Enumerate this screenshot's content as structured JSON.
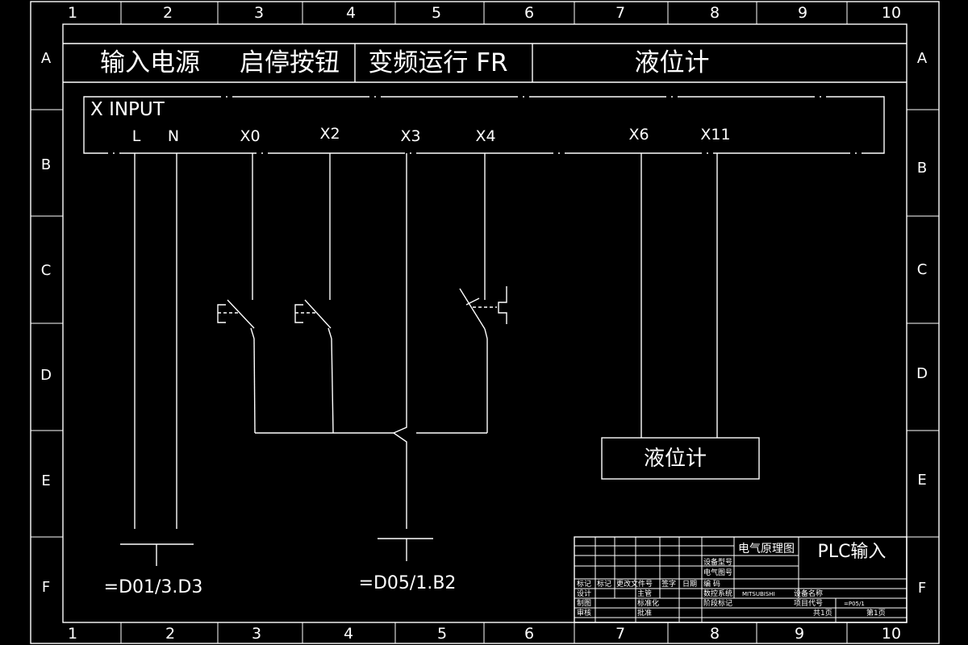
{
  "grid": {
    "top_columns": [
      "1",
      "2",
      "3",
      "4",
      "5",
      "6",
      "7",
      "8",
      "9",
      "10"
    ],
    "bottom_columns": [
      "1",
      "2",
      "3",
      "4",
      "5",
      "6",
      "7",
      "8",
      "9",
      "10"
    ],
    "rows": [
      "A",
      "B",
      "C",
      "D",
      "E",
      "F"
    ]
  },
  "header": {
    "cells": [
      "输入电源",
      "启停按钮",
      "变频运行 FR",
      "液位计"
    ]
  },
  "input_module": {
    "title": "X INPUT",
    "terminals": [
      "L",
      "N",
      "X0",
      "X2",
      "X3",
      "X4",
      "X6",
      "X11"
    ]
  },
  "device_box": {
    "label": "液位计"
  },
  "cross_refs": {
    "power": "=D01/3.D3",
    "common": "=D05/1.B2"
  },
  "title_block": {
    "drawing_type": "电气原理图",
    "drawing_name": "PLC输入",
    "equipment_model_label": "设备型号",
    "drawing_number_label": "电气图号",
    "revision_headers": [
      "标记",
      "标记",
      "更改文件号",
      "签字",
      "日期"
    ],
    "code_label": "编    码",
    "equipment_name_label": "设备名称",
    "designer_label": "设计",
    "supervisor_label": "主管",
    "control_system_label": "数控系统",
    "control_system_value": "MITSUBISHI",
    "project_code_label": "项目代号",
    "project_code_value": "=P05/1",
    "drafter_label": "制图",
    "standard_label": "标准化",
    "stage_label": "阶段标记",
    "reviewer_label": "审核",
    "approve_label": "批准",
    "total_pages": "共1页",
    "page_no": "第1页"
  }
}
